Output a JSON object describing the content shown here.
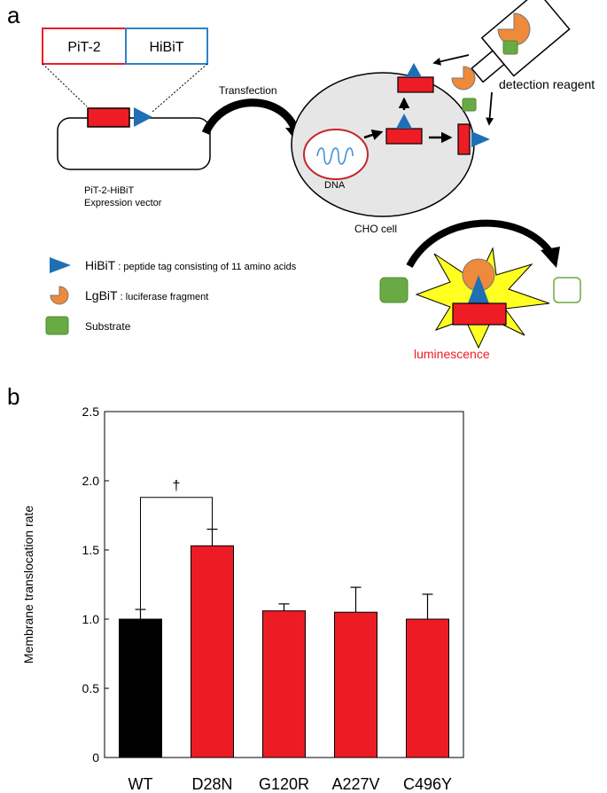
{
  "panel_a": {
    "label": "a",
    "construct": {
      "pit2": "PiT-2",
      "hibit": "HiBiT"
    },
    "vector_caption": [
      "PiT-2-HiBiT",
      "Expression vector"
    ],
    "transfection": "Transfection",
    "dna": "DNA",
    "cell": "CHO cell",
    "reagent": "detection reagent",
    "luminescence": "luminescence",
    "legend": {
      "hibit_name": "HiBiT",
      "hibit_desc": " : peptide tag consisting of 11 amino acids",
      "lgbit_name": "LgBiT",
      "lgbit_desc": " : luciferase fragment",
      "substrate": "Substrate"
    },
    "colors": {
      "red": "#ee1c25",
      "blue": "#1f6fb5",
      "orange": "#ee8a3c",
      "green": "#6aaa44",
      "yellow": "#ffff22",
      "cell_gray": "#e6e6e6"
    }
  },
  "panel_b": {
    "label": "b",
    "dagger": "†"
  },
  "chart_data": {
    "type": "bar",
    "categories": [
      "WT",
      "D28N",
      "G120R",
      "A227V",
      "C496Y"
    ],
    "values": [
      1.0,
      1.53,
      1.06,
      1.05,
      1.0
    ],
    "errors": [
      0.07,
      0.12,
      0.05,
      0.18,
      0.18
    ],
    "colors": [
      "#000000",
      "#ed1c24",
      "#ed1c24",
      "#ed1c24",
      "#ed1c24"
    ],
    "title": "",
    "xlabel": "",
    "ylabel": "Membrane translocation rate",
    "ylim": [
      0,
      2.5
    ],
    "yticks": [
      "0",
      "0.5",
      "1.0",
      "1.5",
      "2.0",
      "2.5"
    ],
    "annotation": {
      "text": "†",
      "between": [
        "WT",
        "D28N"
      ]
    },
    "grid": false
  }
}
